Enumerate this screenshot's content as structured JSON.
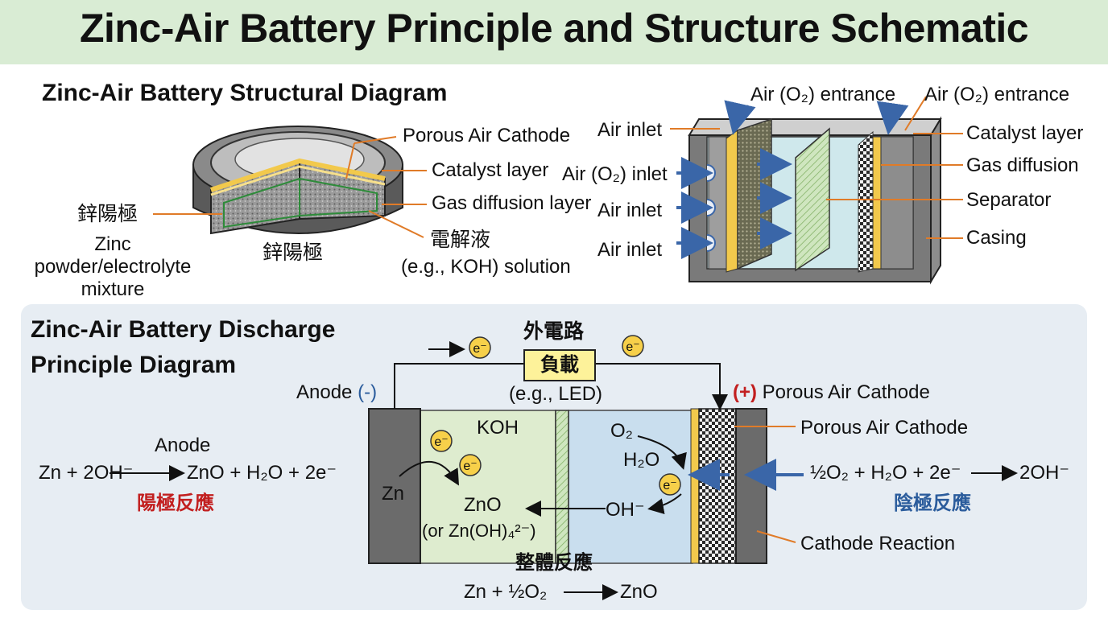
{
  "title": "Zinc-Air Battery Principle and Structure Schematic",
  "structure": {
    "heading": "Zinc-Air Battery Structural Diagram",
    "coin": {
      "anode_label": "鋅陽極",
      "anode_desc": "Zinc powder/electrolyte mixture",
      "anode_inner": "鋅陽極",
      "porous_cathode": "Porous Air Cathode",
      "catalyst": "Catalyst layer",
      "gas_diffusion": "Gas diffusion layer",
      "electrolyte": "電解液",
      "electrolyte_desc": "(e.g., KOH) solution"
    },
    "cell": {
      "entrance_left": "Air (O₂) entrance",
      "entrance_right": "Air (O₂) entrance",
      "air_inlet_1": "Air inlet",
      "air_o2_inlet": "Air (O₂) inlet",
      "air_inlet_2": "Air inlet",
      "air_inlet_3": "Air inlet",
      "catalyst": "Catalyst layer",
      "gas_diffusion": "Gas diffusion",
      "separator": "Separator",
      "casing": "Casing"
    }
  },
  "discharge": {
    "heading_line1": "Zinc-Air Battery Discharge",
    "heading_line2": "Principle Diagram",
    "external_circuit": "外電路",
    "load": "負載",
    "load_example": "(e.g., LED)",
    "electron": "e⁻",
    "anode": "Anode",
    "anode_sign": "(-)",
    "cathode_sign": "(+)",
    "cathode_title": "Porous Air Cathode",
    "cathode_label": "Porous Air Cathode",
    "cathode_reaction_label": "Cathode Reaction",
    "electrolyte": "KOH",
    "zn": "Zn",
    "zno": "ZnO",
    "zincate": "(or Zn(OH)₄²⁻)",
    "o2": "O₂",
    "h2o": "H₂O",
    "oh": "OH⁻",
    "anode_eq_title": "Anode",
    "anode_eq_left": "Zn + 2OH⁻",
    "anode_eq_right": "ZnO + H₂O + 2e⁻",
    "anode_reaction": "陽極反應",
    "cathode_eq_left": "½O₂ + H₂O + 2e⁻",
    "cathode_eq_right": "2OH⁻",
    "cathode_reaction": "陰極反應",
    "overall": "整體反應",
    "overall_left": "Zn + ½O₂",
    "overall_right": "ZnO"
  },
  "colors": {
    "banner": "#d9ecd4",
    "panel": "#e7edf3",
    "arrow_blue": "#3a66a8",
    "leader": "#e07b28",
    "catalyst_yellow": "#f2c94c",
    "anode_red": "#c21f1f",
    "cathode_blue": "#2b5c9c"
  }
}
